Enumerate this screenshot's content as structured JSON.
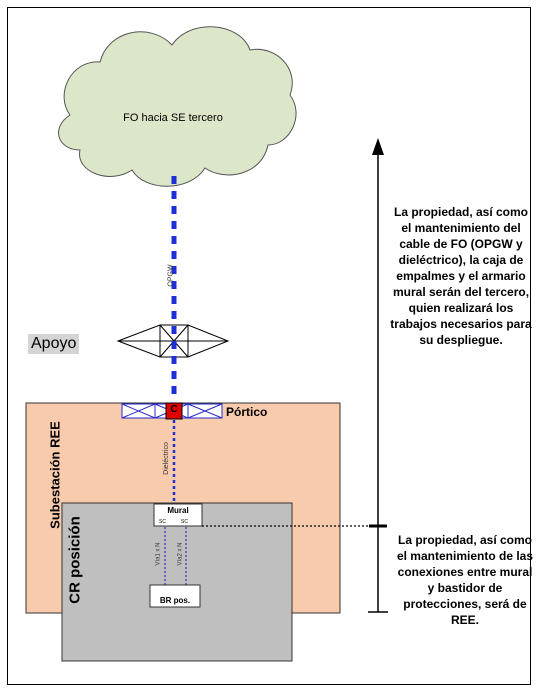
{
  "cloud": {
    "label": "FO hacia SE tercero",
    "fill": "#dce6c8"
  },
  "labels": {
    "opgw": "OPGW",
    "apoyo": "Apoyo",
    "portico": "Pórtico",
    "substation": "Subestación REE",
    "dielectrico": "Dieléctrico",
    "cr_posicion": "CR posición",
    "mural": "Mural",
    "sc_left": "SC",
    "sc_right": "SC",
    "via1": "Vía1 x N",
    "via2": "Vía2 x N",
    "br_pos": "BR pos.",
    "c_box": "C"
  },
  "notes": {
    "upper": "La propiedad, así como el mantenimiento del cable de FO (OPGW y dieléctrico), la caja de empalmes y el armario mural serán del tercero, quien realizará los trabajos necesarios para su despliegue.",
    "lower": "La propiedad, así como el mantenimiento de las conexiones entre mural y bastidor de protecciones, será de REE."
  },
  "colors": {
    "substation_fill": "#f8cbad",
    "cr_fill": "#bfbfbf",
    "fiber_blue": "#1f2fd6",
    "splice_red": "#e00000"
  }
}
